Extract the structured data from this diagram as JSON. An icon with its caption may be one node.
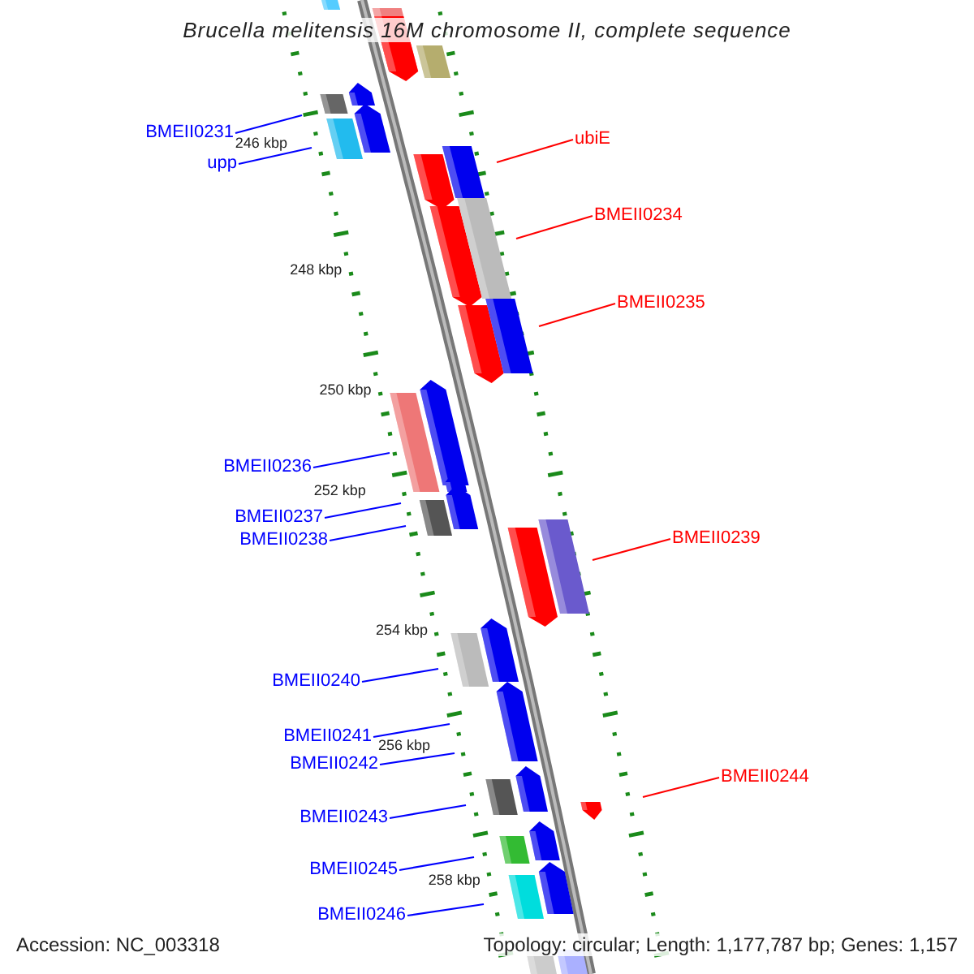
{
  "diagram": {
    "title": "Brucella melitensis 16M chromosome II, complete sequence",
    "nodes": [
      {
        "text": [
          "BMEII0231"
        ]
      },
      {
        "text": [
          "upp"
        ]
      },
      {
        "text": [
          "ubiE"
        ]
      },
      {
        "text": [
          "BMEII0234"
        ]
      },
      {
        "text": [
          "BMEII0235"
        ]
      },
      {
        "text": [
          "BMEII0236"
        ]
      },
      {
        "text": [
          "BMEII0237"
        ]
      },
      {
        "text": [
          "BMEII0238"
        ]
      },
      {
        "text": [
          "BMEII0239"
        ]
      },
      {
        "text": [
          "BMEII0240"
        ]
      },
      {
        "text": [
          "BMEII0241"
        ]
      },
      {
        "text": [
          "BMEII0242"
        ]
      },
      {
        "text": [
          "BMEII0243"
        ]
      },
      {
        "text": [
          "BMEII0244"
        ]
      },
      {
        "text": [
          "BMEII0245"
        ]
      },
      {
        "text": [
          "BMEII0246"
        ]
      }
    ],
    "edges": [
      {
        "from": 0,
        "to": null,
        "arrow": "none"
      },
      {
        "from": 1,
        "to": null,
        "arrow": "none"
      },
      {
        "from": 2,
        "to": null,
        "arrow": "none",
        "color": "#ff0000"
      },
      {
        "from": 3,
        "to": null,
        "arrow": "none",
        "color": "#ff0000"
      },
      {
        "from": 4,
        "to": null,
        "arrow": "none",
        "color": "#ff0000"
      },
      {
        "from": 5,
        "to": null,
        "arrow": "none"
      },
      {
        "from": 6,
        "to": null,
        "arrow": "none"
      },
      {
        "from": 7,
        "to": null,
        "arrow": "none"
      },
      {
        "from": 8,
        "to": null,
        "arrow": "none",
        "color": "#ff0000"
      },
      {
        "from": 9,
        "to": null,
        "arrow": "none"
      },
      {
        "from": 10,
        "to": null,
        "arrow": "none"
      },
      {
        "from": 11,
        "to": null,
        "arrow": "none"
      },
      {
        "from": 12,
        "to": null,
        "arrow": "none"
      },
      {
        "from": 13,
        "to": null,
        "arrow": "none",
        "color": "#ff0000"
      },
      {
        "from": 14,
        "to": null,
        "arrow": "none"
      },
      {
        "from": 15,
        "to": null,
        "arrow": "none"
      }
    ],
    "labels": [
      "246 kbp",
      "248 kbp",
      "250 kbp",
      "252 kbp",
      "254 kbp",
      "256 kbp",
      "258 kbp",
      "Accession: NC_003318",
      "Topology: circular; Length: 1,177,787 bp; Genes: 1,157"
    ]
  }
}
